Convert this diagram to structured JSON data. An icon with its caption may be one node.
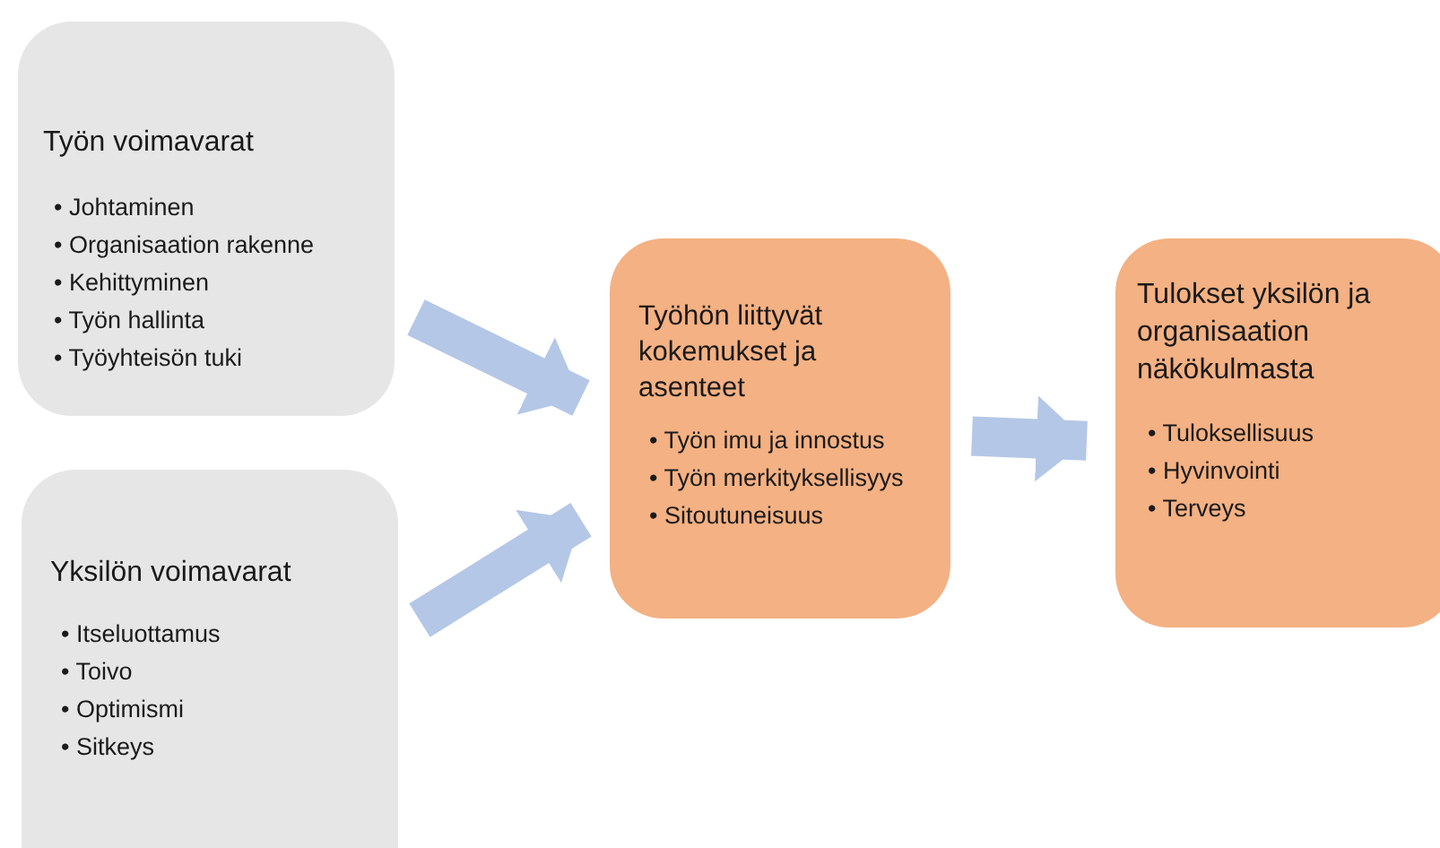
{
  "diagram": {
    "nodes": [
      {
        "text": [
          "Työn voimavarat",
          "• Johtaminen",
          "• Organisaation rakenne",
          "• Kehittyminen",
          "• Työn hallinta",
          "• Työyhteisön tuki"
        ]
      },
      {
        "text": [
          "Yksilön voimavarat",
          "• Itseluottamus",
          "• Toivo",
          "• Optimismi",
          "• Sitkeys"
        ]
      },
      {
        "text": [
          "Työhön liittyvät kokemukset ja asenteet",
          "• Työn imu ja innostus",
          "• Työn merkityksellisyys",
          "• Sitoutuneisuus"
        ]
      },
      {
        "text": [
          "Tulokset yksilön ja organisaation näkökulmasta",
          "• Tuloksellisuus",
          "• Hyvinvointi",
          "• Terveys"
        ]
      }
    ],
    "edges": [
      {
        "from": 0,
        "to": 2,
        "arrow": "to"
      },
      {
        "from": 1,
        "to": 2,
        "arrow": "to"
      },
      {
        "from": 2,
        "to": 3,
        "arrow": "to"
      }
    ]
  }
}
